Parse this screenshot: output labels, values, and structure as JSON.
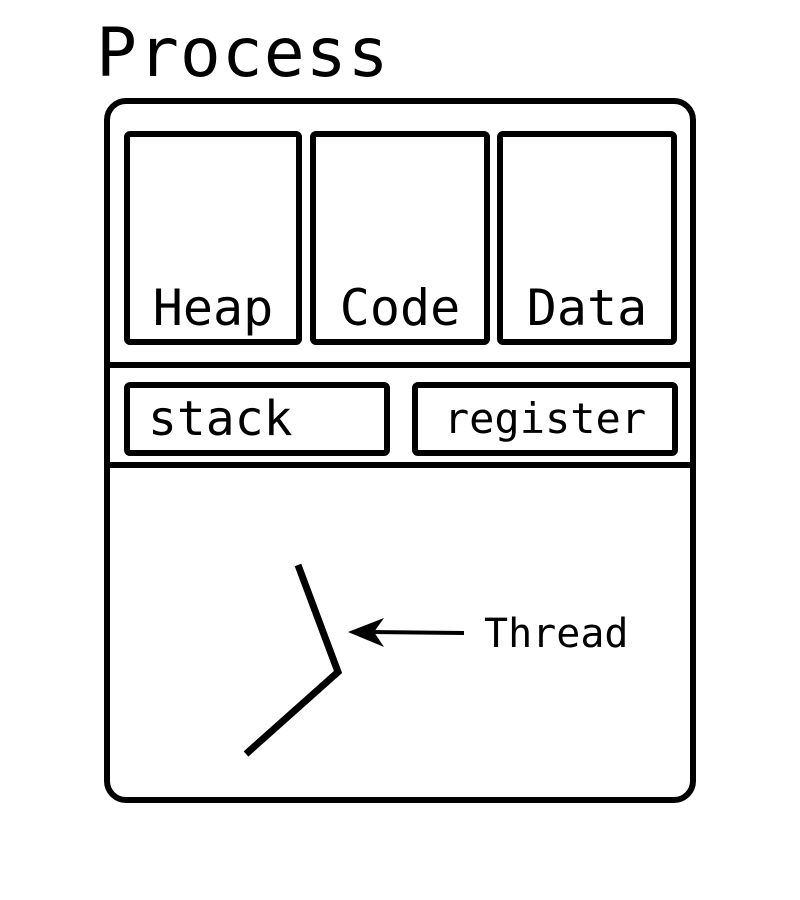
{
  "diagram": {
    "title": "Process",
    "segments": [
      {
        "label": "Heap"
      },
      {
        "label": "Code"
      },
      {
        "label": "Data"
      }
    ],
    "context": {
      "stack_label": "stack",
      "register_label": "register"
    },
    "thread": {
      "label": "Thread"
    }
  }
}
